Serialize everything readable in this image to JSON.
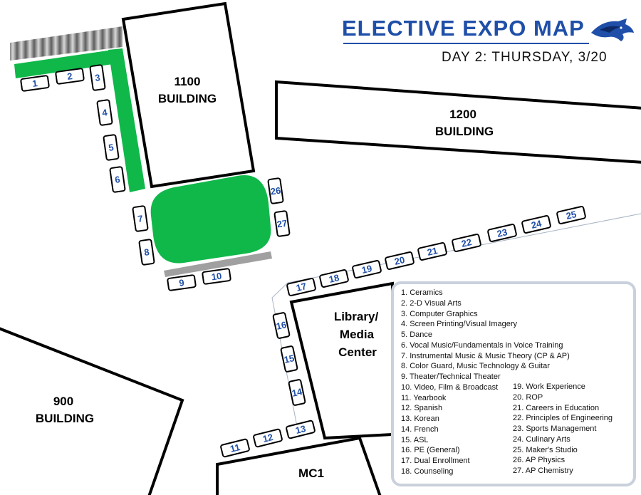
{
  "title": "ELECTIVE EXPO MAP",
  "subtitle": "DAY 2: THURSDAY, 3/20",
  "colors": {
    "accent": "#1f4fa8",
    "field": "#10b84a",
    "path_gray": "#a0a0a0",
    "legend_border": "#c9d1dc"
  },
  "icons": {
    "mascot": "wolf-head-icon"
  },
  "buildings": {
    "b1100": [
      "1100",
      "BUILDING"
    ],
    "b1200": [
      "1200",
      "BUILDING"
    ],
    "b900": [
      "900",
      "BUILDING"
    ],
    "library": [
      "Library/",
      "Media",
      "Center"
    ],
    "mc1": "MC1"
  },
  "booths": [
    "1",
    "2",
    "3",
    "4",
    "5",
    "6",
    "7",
    "8",
    "9",
    "10",
    "11",
    "12",
    "13",
    "14",
    "15",
    "16",
    "17",
    "18",
    "19",
    "20",
    "21",
    "22",
    "23",
    "24",
    "25",
    "26",
    "27"
  ],
  "legend": {
    "col1": [
      "1.  Ceramics",
      "2.  2-D Visual Arts",
      "3.  Computer Graphics",
      "4.  Screen Printing/Visual Imagery",
      "5.  Dance",
      "6.  Vocal Music/Fundamentals in Voice Training",
      "7.  Instrumental Music & Music Theory (CP & AP)",
      "8.  Color Guard, Music Technology & Guitar",
      "9.  Theater/Technical Theater",
      "10. Video, Film & Broadcast",
      "11.  Yearbook",
      "12.  Spanish",
      "13.  Korean",
      "14.  French",
      "15.  ASL",
      "16.  PE (General)",
      "17. Dual Enrollment",
      "18. Counseling"
    ],
    "col2": [
      "19. Work Experience",
      "20. ROP",
      "21. Careers in Education",
      "22. Principles of Engineering",
      "23. Sports Management",
      "24. Culinary Arts",
      "25. Maker's Studio",
      "26. AP Physics",
      "27. AP Chemistry"
    ]
  }
}
